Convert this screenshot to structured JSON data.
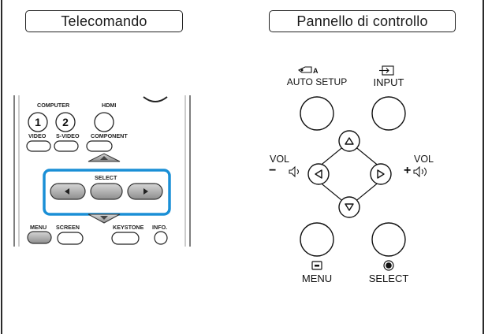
{
  "tabs": {
    "remote": "Telecomando",
    "panel": "Pannello di controllo"
  },
  "remote": {
    "labels": {
      "computer": "COMPUTER",
      "hdmi": "HDMI",
      "video": "VIDEO",
      "svideo": "S-VIDEO",
      "component": "COMPONENT",
      "select": "SELECT",
      "menu": "MENU",
      "screen": "SCREEN",
      "keystone": "KEYSTONE",
      "info": "INFO."
    },
    "digits": {
      "one": "1",
      "two": "2"
    },
    "highlight_color": "#1a8fd6"
  },
  "panel": {
    "auto_setup_label": "AUTO SETUP",
    "auto_setup_icon_text": "A",
    "input_label": "INPUT",
    "vol_minus_label": "VOL",
    "vol_minus_sign": "−",
    "vol_plus_label": "VOL",
    "vol_plus_sign": "+",
    "menu_label": "MENU",
    "select_label": "SELECT"
  }
}
